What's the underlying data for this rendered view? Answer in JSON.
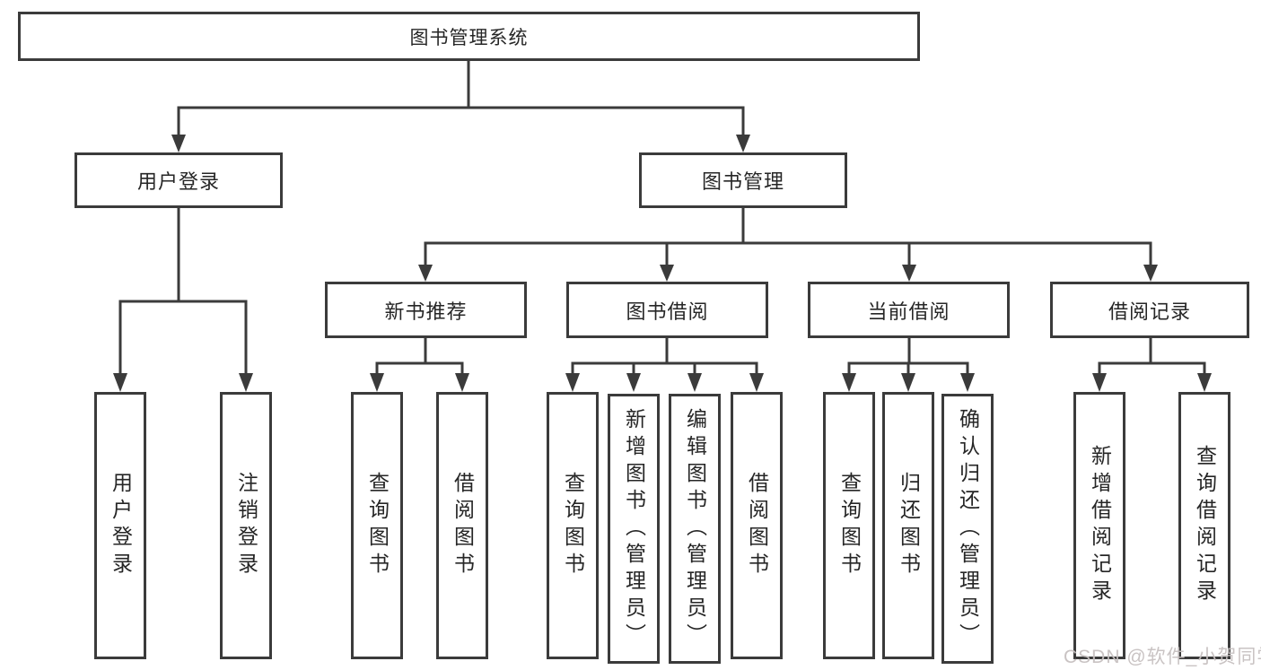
{
  "diagram": {
    "root": "图书管理系统",
    "branches": {
      "user": "用户登录",
      "book": "图书管理"
    },
    "modules": [
      "新书推荐",
      "图书借阅",
      "当前借阅",
      "借阅记录"
    ],
    "leaves": {
      "user": [
        "用户登录",
        "注销登录"
      ],
      "recommend": [
        "查询图书",
        "借阅图书"
      ],
      "borrow": [
        "查询图书",
        "新增图书（管理员）",
        "编辑图书（管理员）",
        "借阅图书"
      ],
      "current": [
        "查询图书",
        "归还图书",
        "确认归还（管理员）"
      ],
      "records": [
        "新增借阅记录",
        "查询借阅记录"
      ]
    }
  },
  "watermark": "CSDN @软件_小贺同学",
  "colors": {
    "line": "#3b3b3b",
    "text": "#262626",
    "background": "#ffffff",
    "watermark": "#c6c0c0"
  }
}
